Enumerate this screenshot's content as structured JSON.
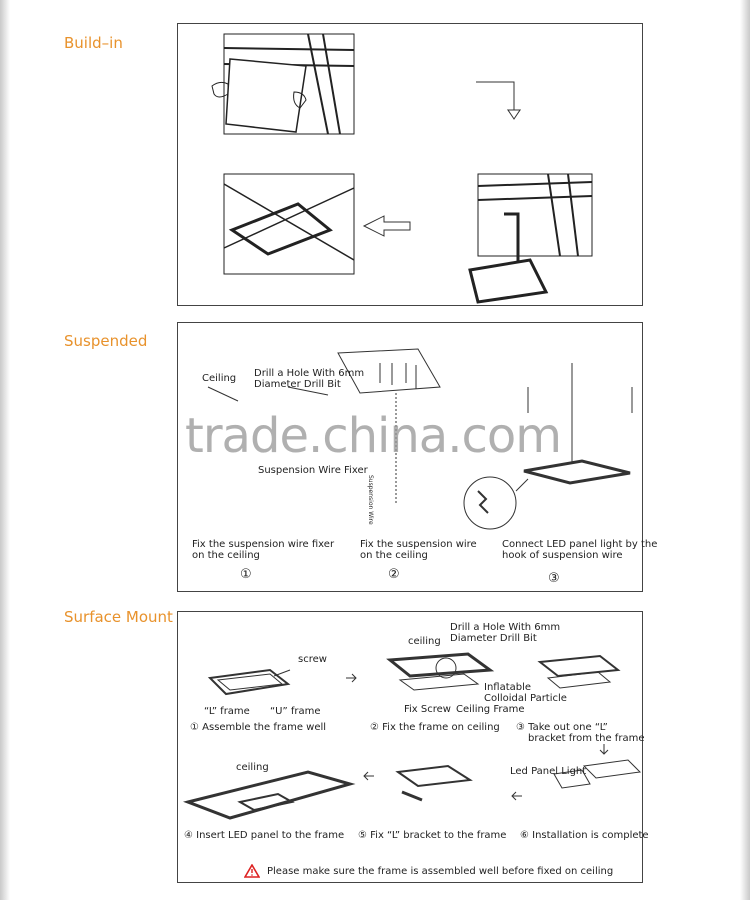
{
  "sections": {
    "build_in": {
      "title": "Build–in"
    },
    "suspended": {
      "title": "Suspended",
      "labels": {
        "ceiling": "Ceiling",
        "drill": "Drill a Hole With 6mm",
        "drill2": "Diameter Drill Bit",
        "fixer": "Suspension Wire Fixer",
        "wire": "Suspension Wire"
      },
      "steps": [
        {
          "line1": "Fix the suspension wire fixer",
          "line2": "on the ceiling",
          "num": "①"
        },
        {
          "line1": "Fix the suspension wire",
          "line2": "on the ceiling",
          "num": "②"
        },
        {
          "line1": "Connect LED panel light by the",
          "line2": "hook of suspension wire",
          "num": "③"
        }
      ]
    },
    "surface": {
      "title": "Surface Mount",
      "labels": {
        "screw": "screw",
        "l_frame": "“L” frame",
        "u_frame": "“U” frame",
        "ceiling1": "ceiling",
        "drill": "Drill a Hole With 6mm",
        "drill2": "Diameter Drill Bit",
        "inflatable": "Inflatable",
        "colloidal": "Colloidal Particle",
        "fix_screw": "Fix Screw",
        "ceiling_frame": "Ceiling Frame",
        "led_panel": "Led Panel Light",
        "ceiling2": "ceiling"
      },
      "steps": [
        "① Assemble the frame well",
        "② Fix the frame on ceiling",
        "③ Take out one “L”",
        "bracket from the frame",
        "④ Insert LED panel to the frame",
        "⑤ Fix “L” bracket to the frame",
        "⑥ Installation is complete"
      ],
      "warning": "Please make sure the frame is assembled well before fixed on ceiling"
    }
  },
  "watermark": "trade.china.com"
}
